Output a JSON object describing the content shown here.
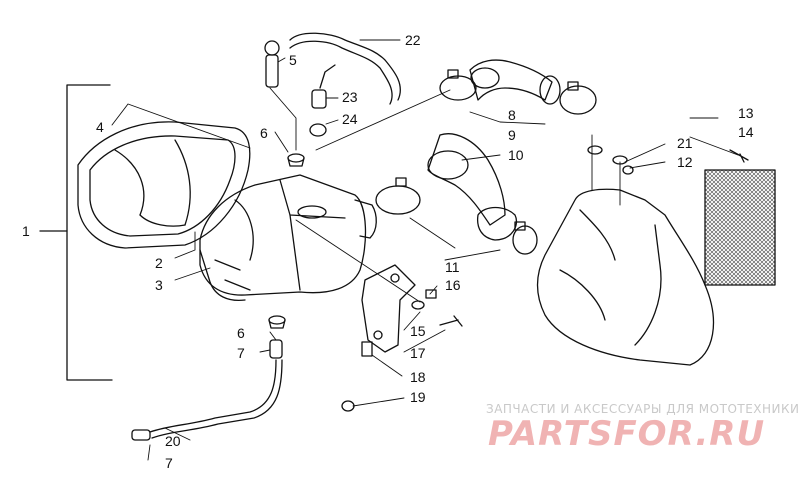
{
  "callouts": {
    "c1": "1",
    "c2": "2",
    "c3": "3",
    "c4": "4",
    "c5": "5",
    "c6a": "6",
    "c6b": "6",
    "c7a": "7",
    "c7b": "7",
    "c8": "8",
    "c9": "9",
    "c10": "10",
    "c11": "11",
    "c12": "12",
    "c13": "13",
    "c14": "14",
    "c15": "15",
    "c16": "16",
    "c17": "17",
    "c18": "18",
    "c19": "19",
    "c20": "20",
    "c21": "21",
    "c22": "22",
    "c23": "23",
    "c24": "24"
  },
  "watermark": {
    "caption": "ЗАПЧАСТИ И АКСЕССУАРЫ ДЛЯ МОТОТЕХНИКИ",
    "logo": "PARTSFOR.RU",
    "logo_color": "#f0b3b3",
    "caption_color": "#c9c9c9"
  }
}
